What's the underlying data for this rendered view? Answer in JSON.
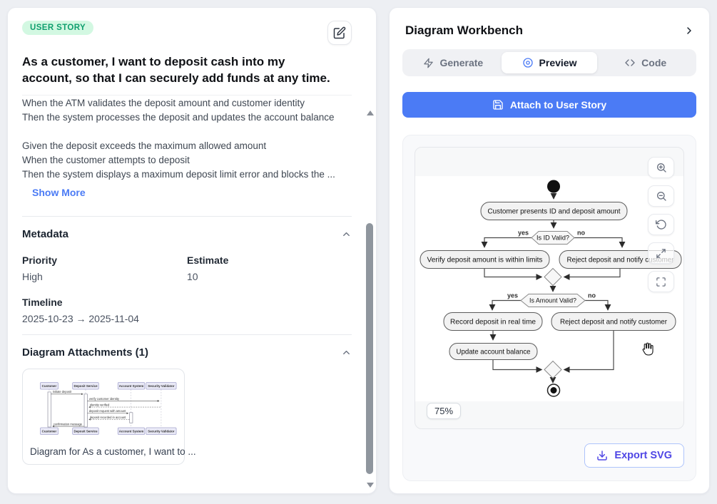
{
  "left_card": {
    "badge": "USER STORY",
    "title": "As a customer, I want to deposit cash into my account, so that I can securely add funds at any time.",
    "description_lines": [
      "When the ATM validates the deposit amount and customer identity",
      "Then the system processes the deposit and updates the account balance",
      "",
      "Given the deposit exceeds the maximum allowed amount",
      "When the customer attempts to deposit",
      "Then the system displays a maximum deposit limit error and blocks the ..."
    ],
    "show_more": "Show More",
    "metadata": {
      "heading": "Metadata",
      "priority_label": "Priority",
      "priority_value": "High",
      "estimate_label": "Estimate",
      "estimate_value": "10",
      "timeline_label": "Timeline",
      "timeline_value": "2025-10-23 → 2025-11-04"
    },
    "attachments": {
      "heading": "Diagram Attachments (1)",
      "caption": "Diagram for As a customer, I want to ...",
      "thumbnail": {
        "participants": [
          "Customer",
          "Deposit Service",
          "Account System",
          "Security Validator"
        ],
        "messages": [
          "initiate deposit",
          "verify customer identity",
          "identity verified",
          "deposit request with amount",
          "deposit recorded in account",
          "confirmation message"
        ]
      }
    }
  },
  "workbench": {
    "title": "Diagram Workbench",
    "tabs": [
      {
        "label": "Generate"
      },
      {
        "label": "Preview"
      },
      {
        "label": "Code"
      }
    ],
    "attach_button": "Attach to User Story",
    "zoom_level": "75%",
    "export_button": "Export SVG",
    "activity_diagram": {
      "start_label": "start",
      "node_present": "Customer presents ID and deposit amount",
      "decision_id": "Is ID Valid?",
      "yes": "yes",
      "no": "no",
      "node_verify": "Verify deposit amount is within limits",
      "node_reject_id": "Reject deposit and notify customer",
      "decision_amount": "Is Amount Valid?",
      "node_record": "Record deposit in real time",
      "node_reject_amount": "Reject deposit and notify customer",
      "node_update": "Update account balance"
    }
  },
  "colors": {
    "accent_blue": "#4b7bf5",
    "export_indigo": "#4f46e5",
    "badge_green_bg": "#d3f8e2",
    "badge_green_text": "#0f9f6e",
    "page_bg": "#edeff3"
  }
}
